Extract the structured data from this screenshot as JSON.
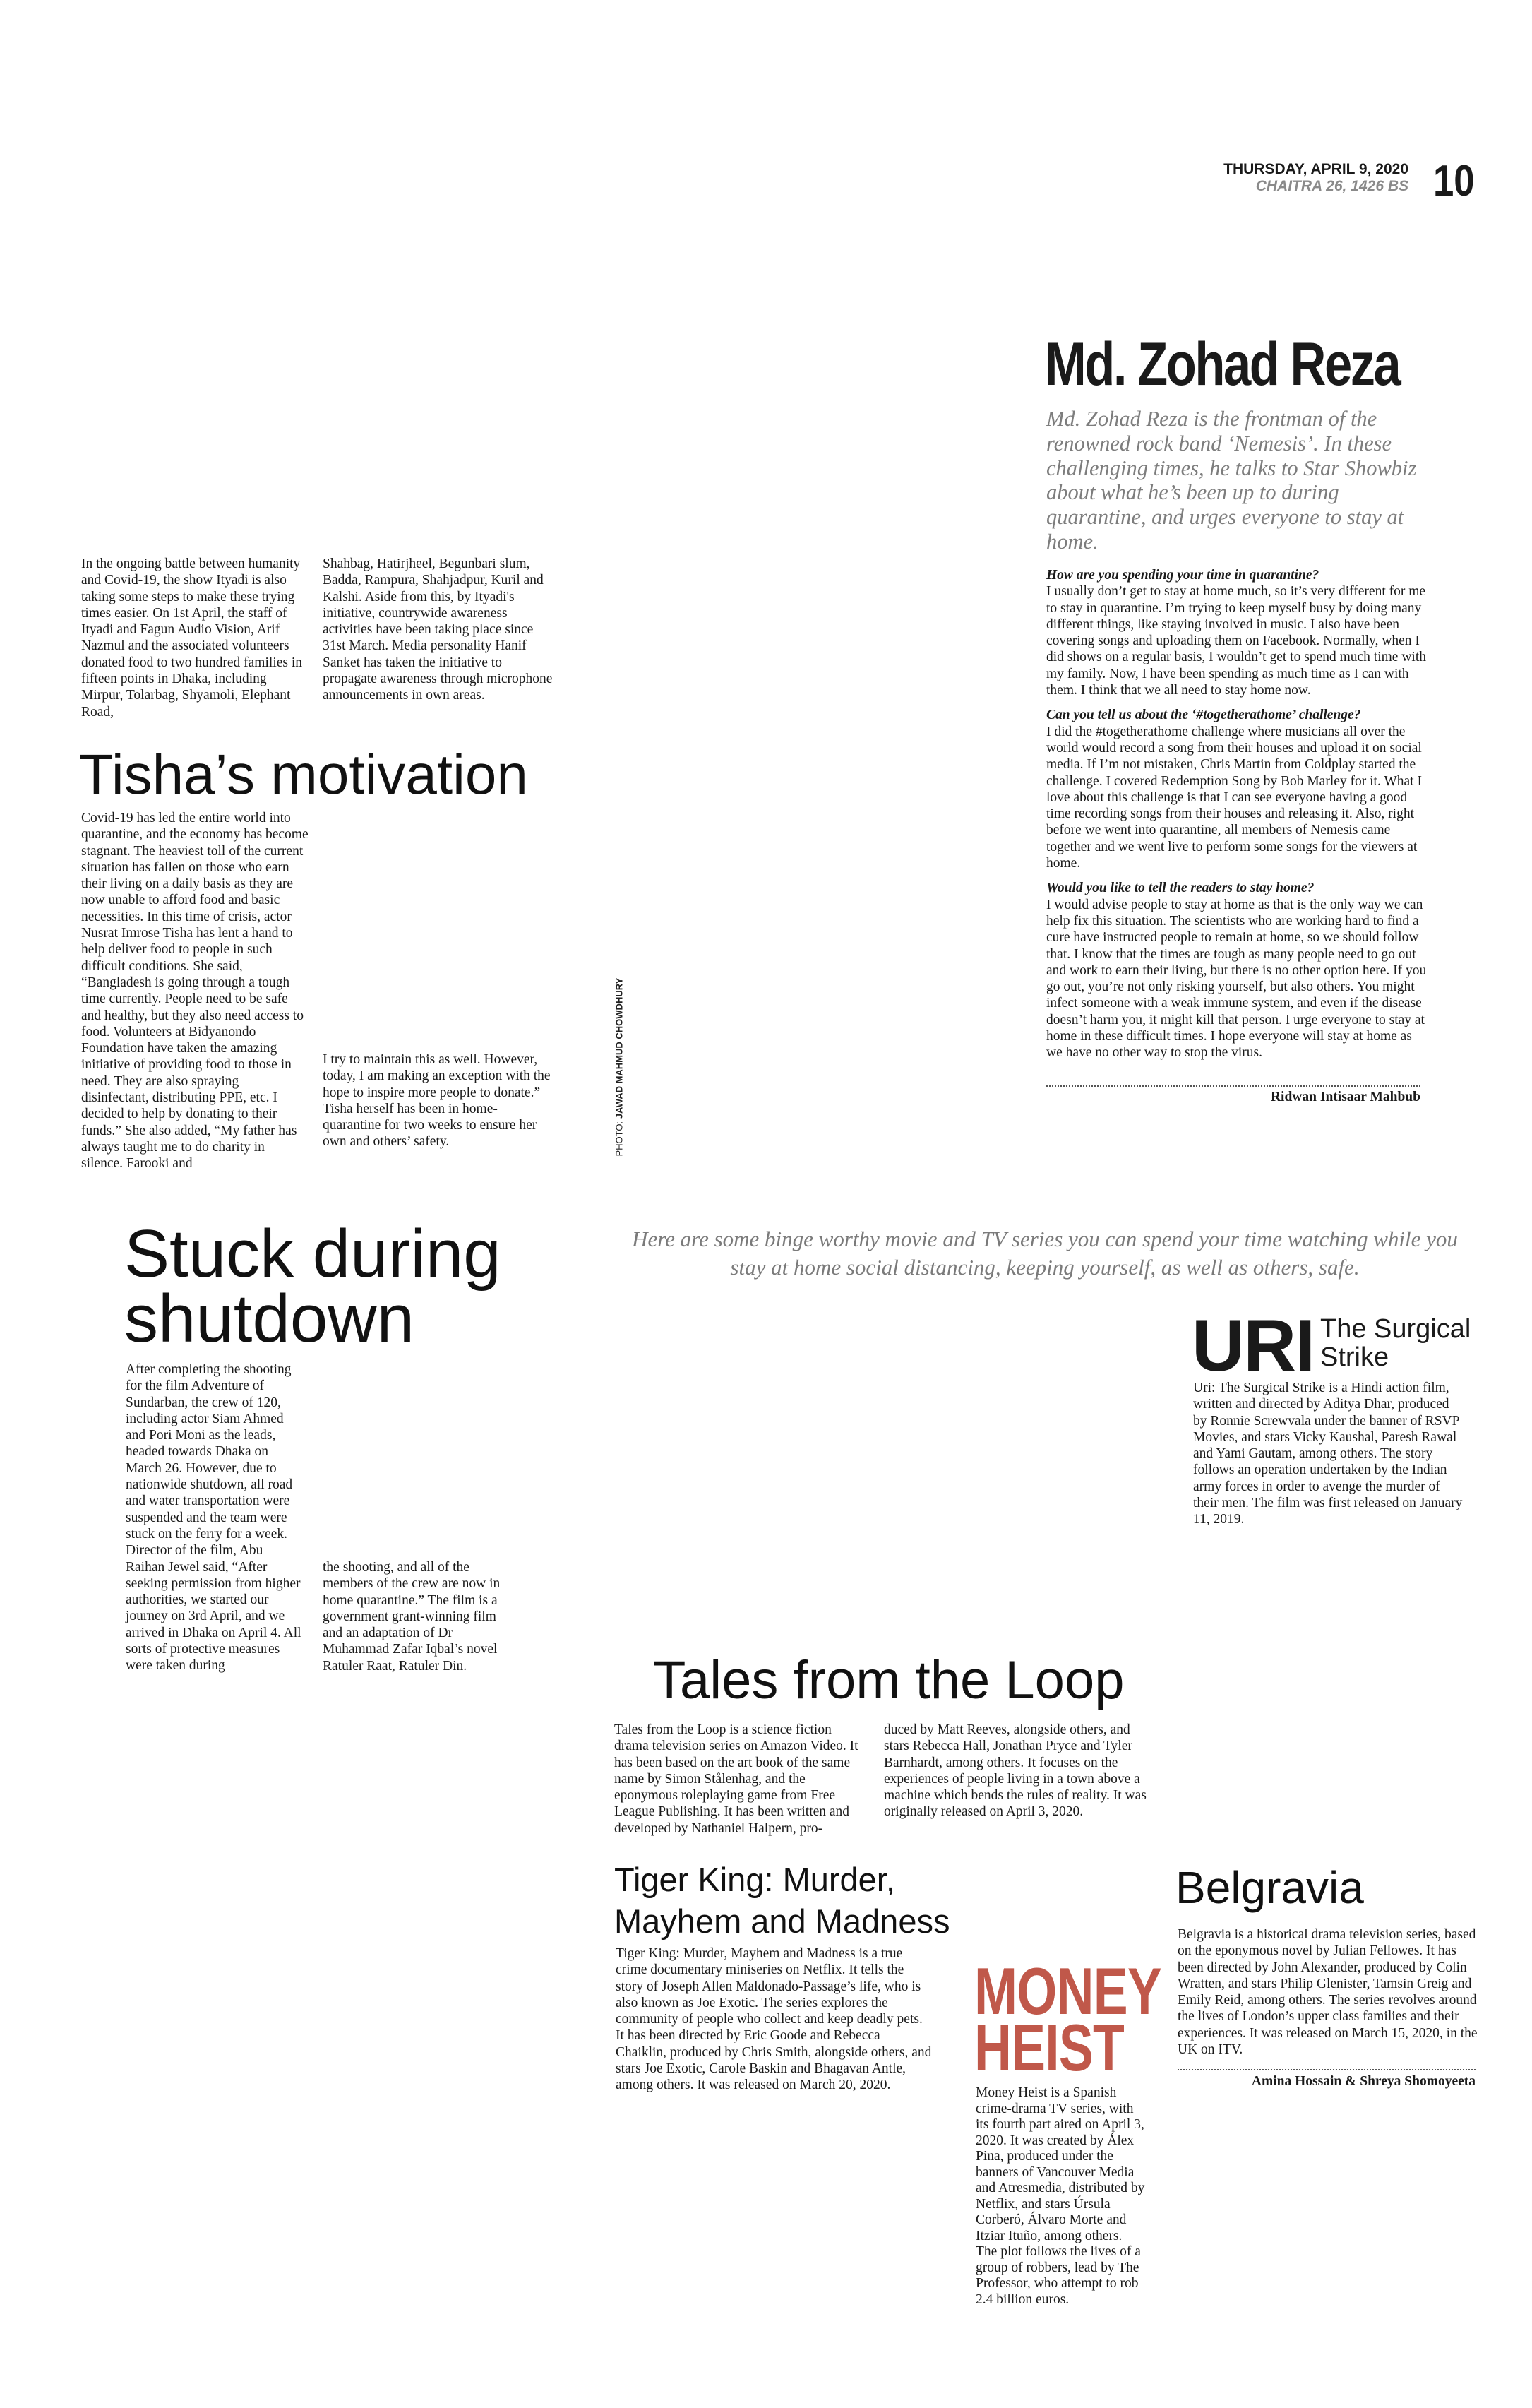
{
  "header": {
    "date": "THURSDAY, APRIL 9, 2020",
    "bengali_date": "CHAITRA 26, 1426 BS",
    "page_number": "10"
  },
  "colors": {
    "money_heist_red": "#c0584a",
    "intro_gray": "#7d7d7d"
  },
  "ityadi": {
    "col1": "In the ongoing battle between humanity and Covid-19, the show Ityadi is also taking some steps to make these trying times easier. On 1st April, the staff of Ityadi and Fagun Audio Vision, Arif Nazmul and the associated volunteers donated food to two hundred families in fifteen points in Dhaka, including Mirpur, Tolarbag, Shyamoli, Elephant Road,",
    "col2": "Shahbag, Hatirjheel, Begunbari slum, Badda, Rampura, Shahjadpur, Kuril and Kalshi. Aside from this, by Ityadi's initiative, countrywide awareness activities have been taking place since 31st March. Media personality Hanif Sanket has taken the initiative to propagate awareness through microphone announcements in own areas."
  },
  "tisha": {
    "title": "Tisha’s motivation",
    "col1": "Covid-19 has led the entire world into quarantine, and the economy has become stagnant. The heaviest toll of the current situation has fallen on those who earn their living on a daily basis as they are now unable to afford food and basic necessities. In this time of crisis, actor Nusrat Imrose Tisha has lent a hand to help deliver food to people in such difficult conditions. She said, “Bangladesh is going through a tough time currently. People need to be safe and healthy, but they also need access to food. Volunteers at Bidyanondo Foundation have taken the amazing initiative of providing food to those in need. They are also spraying disinfectant, distributing PPE, etc. I decided to help by donating to their funds.” She also added, “My father has always taught me to do charity in silence. Farooki and",
    "col2": "I try to maintain this as well. However, today, I am making an exception with the hope to inspire more people to donate.” Tisha herself has been in home-quarantine for two weeks to ensure her own and others’ safety.",
    "photo_label": "PHOTO:",
    "photo_credit": "JAWAD MAHMUD CHOWDHURY"
  },
  "zohad": {
    "title": "Md. Zohad Reza",
    "intro": "Md. Zohad Reza is the frontman of the renowned rock band ‘Nemesis’. In these challenging times, he talks to Star Showbiz about what he’s been up to during quarantine, and urges everyone to stay at home.",
    "qa": [
      {
        "q": "How are you spending your time in quarantine?",
        "a": "I usually don’t get to stay at home much, so it’s very different for me to stay in quarantine. I’m trying to keep myself busy by doing many different things, like staying involved in music. I also have been covering songs and uploading them on Facebook. Normally, when I did shows on a regular basis, I wouldn’t get to spend much time with my family. Now, I have been spending as much time as I can with them. I think that we all need to stay home now."
      },
      {
        "q": "Can you tell us about the ‘#togetherathome’ challenge?",
        "a": "I did the #togetherathome challenge where musicians all over the world would record a song from their houses and upload it on social media. If I’m not mistaken, Chris Martin from Coldplay started the challenge. I covered Redemption Song by Bob Marley for it. What I love about this challenge is that I can see everyone having a good time recording songs from their houses and releasing it. Also, right before we went into quarantine, all members of Nemesis came together and we went live to perform some songs for the viewers at home."
      },
      {
        "q": "Would you like to tell the readers to stay home?",
        "a": "I would advise people to stay at home as that is the only way we can help fix this situation. The scientists who are working hard to find a cure have instructed people to remain at home, so we should follow that. I know that the times are tough as many people need to go out and work to earn their living, but there is no other option here. If you go out, you’re not only risking yourself, but also others. You might infect someone with a weak immune system, and even if the disease doesn’t harm you, it might kill that person. I urge everyone to stay at home in these difficult times. I hope everyone will stay at home as we have no other way to stop the virus."
      }
    ],
    "byline": "Ridwan Intisaar Mahbub"
  },
  "stuck": {
    "title_line1": "Stuck during",
    "title_line2": "shutdown",
    "col1": "After completing the shooting for the film Adventure of Sundarban, the crew of 120, including actor Siam Ahmed and Pori Moni as the leads, headed towards Dhaka on March 26. However, due to nationwide shutdown, all road and water transportation were suspended and the team were stuck on the ferry for a week. Director of the film, Abu Raihan Jewel said, “After seeking permission from higher authorities, we started our journey on 3rd April, and we arrived in Dhaka on April 4. All sorts of protective measures were taken during",
    "col2": "the shooting, and all of the members of the crew are now in home quarantine.” The film is a government grant-winning film and an adaptation of Dr Muhammad Zafar Iqbal’s novel Ratuler Raat, Ratuler Din."
  },
  "binge": {
    "intro": "Here are some binge worthy movie and TV series you can spend your time watching while you stay at home social distancing, keeping yourself, as well as others, safe.",
    "uri": {
      "title_big": "URI",
      "title_sub1": "The Surgical",
      "title_sub2": "Strike",
      "body": "Uri: The Surgical Strike is a Hindi action film, written and directed by Aditya Dhar, produced by Ronnie Screwvala under the banner of RSVP Movies, and stars Vicky Kaushal, Paresh Rawal and Yami Gautam, among others. The story follows an operation undertaken by the Indian army forces in order to avenge the murder of their men. The film was first released on January 11, 2019."
    },
    "tales": {
      "title": "Tales from the Loop",
      "col1": "Tales from the Loop is a science fiction drama television series on Amazon Video. It has been based on the art book of the same name by Simon Stålenhag, and the eponymous roleplaying game from Free League Publishing. It has been written and developed by Nathaniel Halpern, pro-",
      "col2": "duced by Matt Reeves, alongside others, and stars Rebecca Hall, Jonathan Pryce and Tyler Barnhardt, among others. It focuses on the experiences of people living in a town above a machine which bends the rules of reality. It was originally released on April 3, 2020."
    },
    "tiger": {
      "title_line1": "Tiger King: Murder,",
      "title_line2": "Mayhem and Madness",
      "body": "Tiger King: Murder, Mayhem and Madness is a true crime documentary miniseries on Netflix. It tells the story of Joseph Allen Maldonado-Passage’s life, who is also known as Joe Exotic. The series explores the community of people who collect and keep deadly pets. It has been directed by Eric Goode and Rebecca Chaiklin, produced by Chris Smith, alongside others, and stars Joe Exotic, Carole Baskin and Bhagavan Antle, among others. It was released on March 20, 2020."
    },
    "money": {
      "title_line1": "MONEY",
      "title_line2": "HEIST",
      "body": "Money Heist is a Spanish crime-drama TV series, with its fourth part aired on April 3, 2020. It was created by Álex Pina, produced under the banners of Vancouver Media and Atresmedia, distributed by Netflix, and stars Úrsula Corberó, Álvaro Morte and Itziar Ituño, among others. The plot follows the lives of a group of robbers, lead by The Professor, who attempt to rob 2.4 billion euros."
    },
    "belgravia": {
      "title": "Belgravia",
      "body": "Belgravia is a historical drama television series, based on the eponymous novel by Julian Fellowes. It has been directed by John Alexander, produced by Colin Wratten, and stars Philip Glenister, Tamsin Greig and Emily Reid, among others. The series revolves around the lives of London’s upper class families and their experiences. It was released on March 15, 2020, in the UK on ITV."
    },
    "byline": "Amina Hossain & Shreya Shomoyeeta"
  }
}
